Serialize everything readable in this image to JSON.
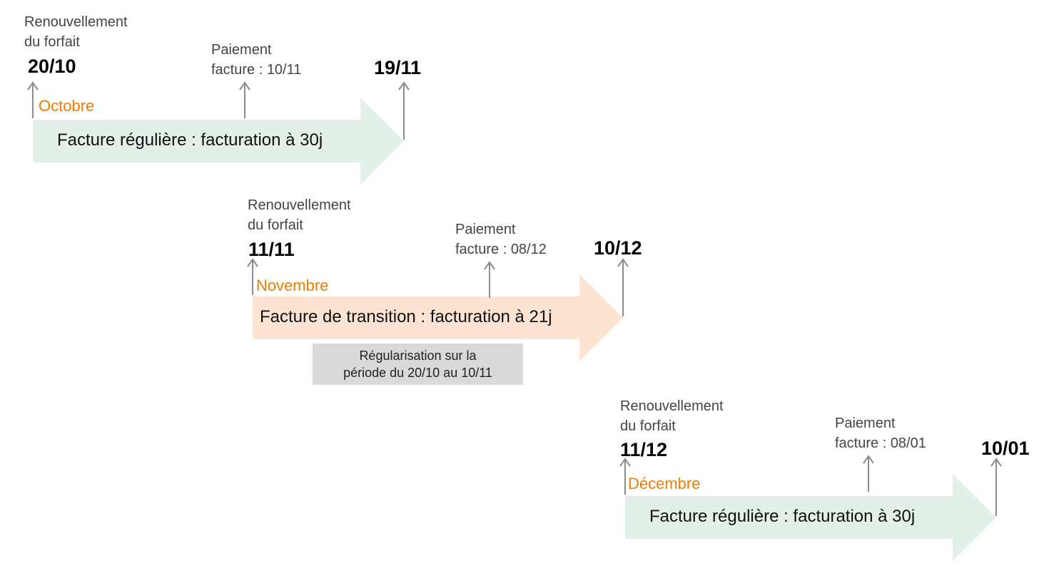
{
  "colors": {
    "bar_regular": "#e2f0e8",
    "bar_transition": "#fde3d2",
    "month_accent": "#f07d00",
    "arrow_stroke": "#8c8c8c",
    "note_bg": "#d9d9d9"
  },
  "rows": [
    {
      "renewal_label_line1": "Renouvellement",
      "renewal_label_line2": "du forfait",
      "start_date": "20/10",
      "month": "Octobre",
      "payment_label_line1": "Paiement",
      "payment_label_line2": "facture : 10/11",
      "end_date": "19/11",
      "bar_text": "Facture régulière : facturation à 30j",
      "bar_kind": "regular"
    },
    {
      "renewal_label_line1": "Renouvellement",
      "renewal_label_line2": "du forfait",
      "start_date": "11/11",
      "month": "Novembre",
      "payment_label_line1": "Paiement",
      "payment_label_line2": "facture : 08/12",
      "end_date": "10/12",
      "bar_text": "Facture de transition : facturation à 21j",
      "bar_kind": "transition",
      "note_line1": "Régularisation sur la",
      "note_line2": "période du 20/10 au 10/11"
    },
    {
      "renewal_label_line1": "Renouvellement",
      "renewal_label_line2": "du forfait",
      "start_date": "11/12",
      "month": "Décembre",
      "payment_label_line1": "Paiement",
      "payment_label_line2": "facture : 08/01",
      "end_date": "10/01",
      "bar_text": "Facture régulière : facturation à 30j",
      "bar_kind": "regular"
    }
  ]
}
